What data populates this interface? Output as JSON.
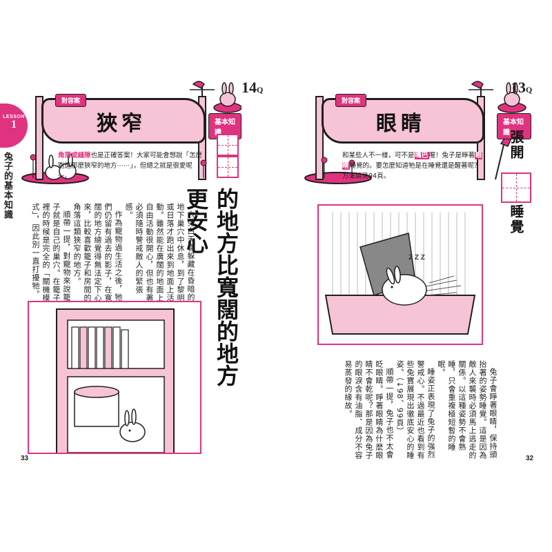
{
  "left_page": {
    "lesson_label": "LESSON",
    "lesson_number": "1",
    "side_title": "兔子的基本知識",
    "quiz_number": "14",
    "quiz_suffix": "Q",
    "answer_label": "對容案",
    "basic_knowledge_label": "基本知識",
    "answer_word": "狹窄",
    "intro_parts": {
      "highlight": "角落或縫隙",
      "rest": "也是正確答案！大家可能會想說「怎麼跑進那麼狹窄的地方⋯⋯」，但總之就是很愛呢～。"
    },
    "big_title": "的地方比寬闊的地方更安心",
    "body_paragraphs": [
      "穴兔白天會躲藏在昏暗的地下巢穴中休息，到了黎明或日落才跑出來到地面上活動。雖然能在廣闊的地面上自由活動很開心，但也有著必須隨時警戒敵人的緊張感。",
      "作為寵物過生活之後，牠們仍留有過去的影子，在寬闊的地方總覺得無法定下心來，比較喜歡籠子和房間的角落這類狹窄的地方。",
      "順帶一提，對寵物來說籠子就是自己的巢穴。在籠子裡的時候是完全的「關機模式」，因此別一直打擾牠。"
    ],
    "page_number": "33"
  },
  "right_page": {
    "quiz_number": "13",
    "quiz_suffix": "Q",
    "answer_label": "對容案",
    "basic_knowledge_label": "基本知識",
    "answer_word": "眼睛",
    "intro_parts": {
      "a": "和某些人不一樣，可不是",
      "hl1": "嘴巴",
      "b": "喔！兔子是睜著",
      "hl2": "眼睛",
      "c": "睡覺的。要怎麼知道牠是在睡覺還是醒著呢？方法請見94頁。"
    },
    "sub_title_top": "張開",
    "sub_title_bottom": "睡覺",
    "zzz": "Z Z Z",
    "body_paragraphs": [
      "兔子會睜著眼睛，保持頭抬著的姿勢睡覺。這是因為敵人來襲時必須馬上逃走的關係。以這種姿勢不會熟睡，只會重複極短暫的睡眠。",
      "睡姿正表現了兔子的強烈警戒心。不過最近也看到有些兔寶展現出徹底安心的睡姿。（↓98、99頁）",
      "順帶一提，兔子也不太會眨眼睛。睜著眼睛為什麼眼睛不會乾呢？那是因為兔子的眼淚含有油脂、成分不容易蒸發的緣故。"
    ],
    "page_number": "32"
  },
  "colors": {
    "accent_pink": "#e0337f",
    "light_pink": "#f7c3d6",
    "ink": "#1f1f1f"
  }
}
